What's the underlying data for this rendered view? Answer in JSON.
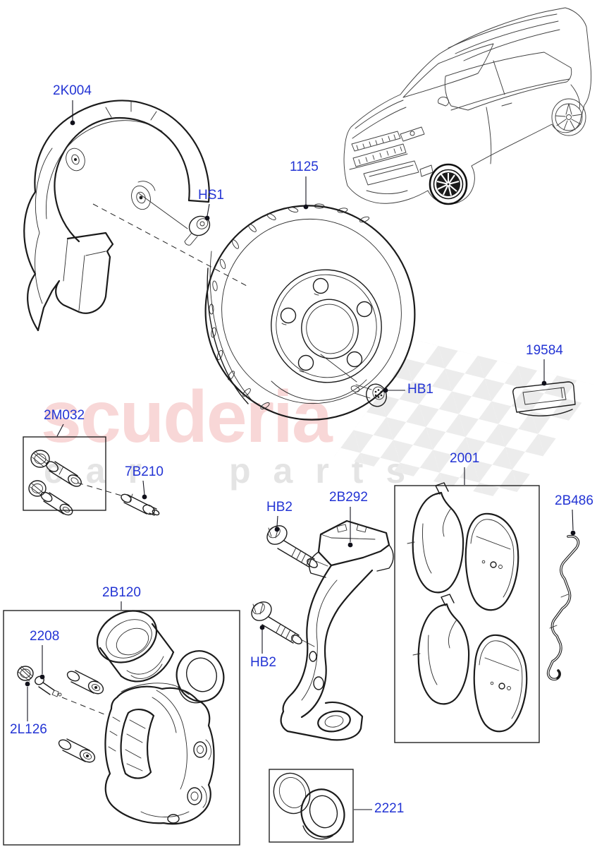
{
  "diagram": {
    "description": "Front brake exploded parts diagram with Range Rover Evoque vehicle illustration",
    "labels": {
      "k004": "2K004",
      "disc": "1125",
      "hs1": "HS1",
      "hb1": "HB1",
      "shim": "19584",
      "pin_kit": "2M032",
      "guide_pin": "7B210",
      "hb2_upper": "HB2",
      "carrier": "2B292",
      "pads_kit": "2001",
      "clip": "2B486",
      "hb2_lower": "HB2",
      "caliper": "2B120",
      "bleed_screw": "2208",
      "cap": "2L126",
      "seal_kit": "2221"
    },
    "watermark": {
      "brand": "scuderia",
      "sub": "car parts"
    },
    "colors": {
      "label_blue": "#2334d4",
      "line_dark": "#1b1b1b",
      "watermark_pink": "#f8d7d7",
      "watermark_gray": "#e4e4e4",
      "flag_gray": "#ececec"
    }
  }
}
